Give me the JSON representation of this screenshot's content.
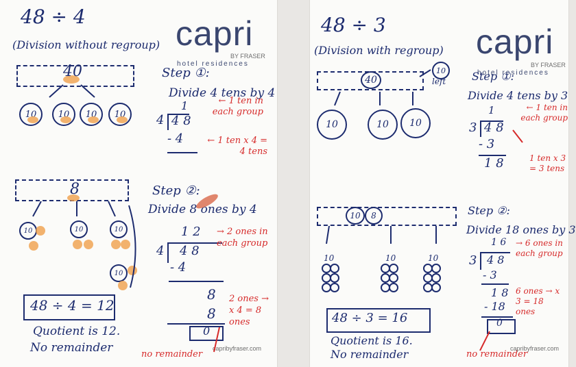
{
  "left": {
    "problem": "48 ÷ 4",
    "subtitle": "(Division without regroup)",
    "tens_box": "40",
    "tens": [
      "10",
      "10",
      "10",
      "10"
    ],
    "step1": "Step ①:",
    "step1_text": "Divide 4 tens by 4",
    "q1": "1",
    "div": "4",
    "dividend": "4 8",
    "minus": "- 4",
    "note1": "← 1 ten in each group",
    "note2": "← 1 ten x 4 = 4 tens",
    "ones_box": "8",
    "step2": "Step ②:",
    "step2_text": "Divide 8 ones by 4",
    "q2": "1   2",
    "note3": "→ 2 ones in each group",
    "r_eight": "8",
    "r_eight2": "8",
    "note4": "2 ones → x 4 = 8 ones",
    "zero": "0",
    "result": "48 ÷ 4 = 12",
    "quotient": "Quotient is 12.",
    "remainder": "No remainder",
    "no_rem": "no remainder",
    "logo": "capri",
    "logo_small": "BY FRASER",
    "logo_sub": "hotel residences",
    "site": "capribyfraser.com"
  },
  "right": {
    "problem": "48 ÷ 3",
    "subtitle": "(Division with regroup)",
    "tens_box": "40",
    "left_circle": "10",
    "left_text": "left",
    "tens": [
      "10",
      "10",
      "10"
    ],
    "step1": "Step ①:",
    "step1_text": "Divide 4 tens by 3",
    "q1": "1",
    "div": "3",
    "dividend": "4 8",
    "minus": "- 3",
    "eighteen": "1 8",
    "note1": "← 1 ten in each group",
    "note2": "1 ten x 3 = 3 tens",
    "ones_box_a": "10",
    "ones_box_b": "8",
    "step2": "Step ②:",
    "step2_text": "Divide 18 ones by 3",
    "q2": "1  6",
    "note3": "→ 6 ones in each group",
    "r_18": "1 8",
    "r_m18": "- 18",
    "note4": "6 ones → x 3 = 18 ones",
    "zero": "0",
    "group_label": "10",
    "result": "48 ÷ 3 = 16",
    "quotient": "Quotient is 16.",
    "remainder": "No remainder",
    "no_rem": "no remainder",
    "logo": "capri",
    "logo_small": "BY FRASER",
    "logo_sub": "hotel residences",
    "site": "capribyfraser.com"
  }
}
